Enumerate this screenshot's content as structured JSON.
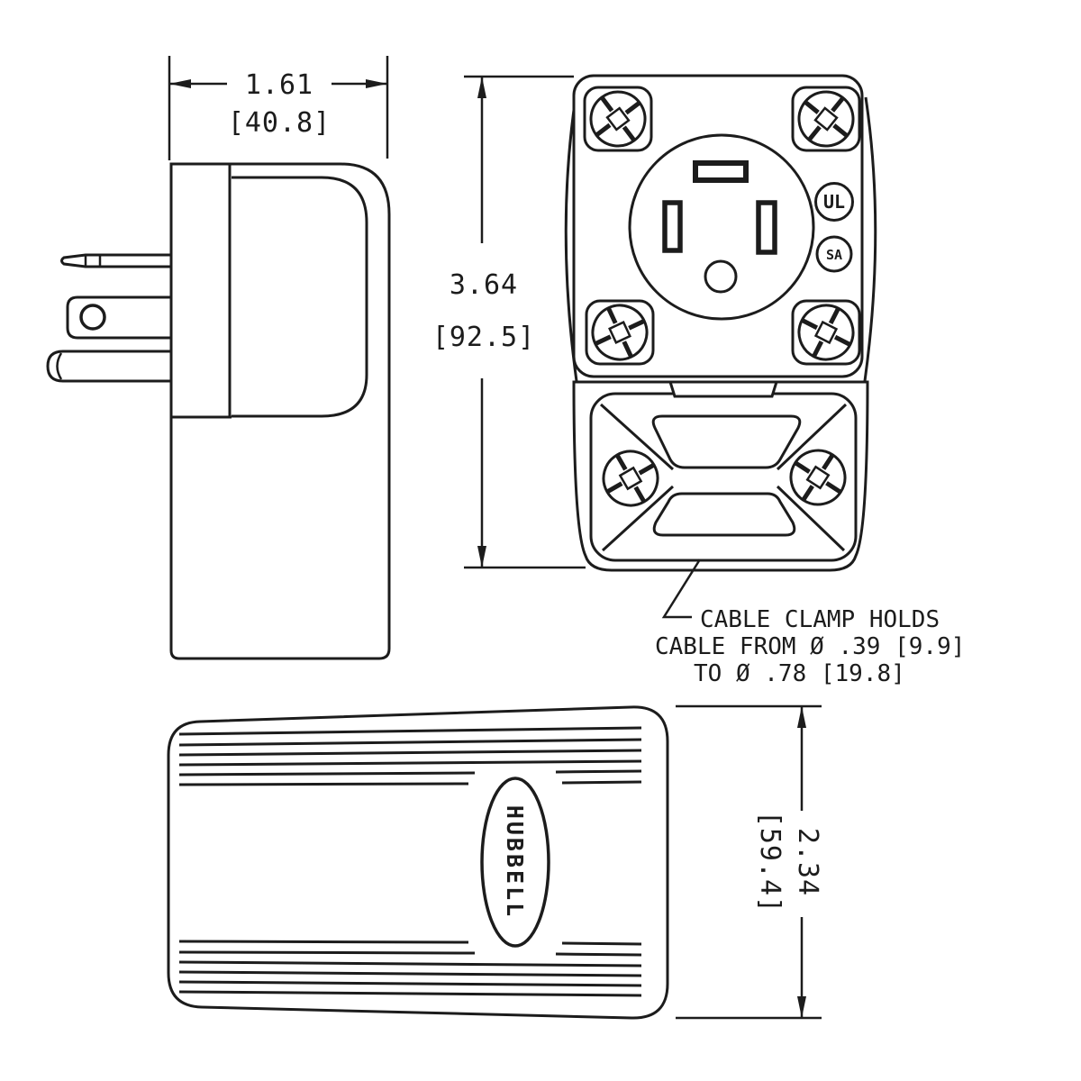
{
  "drawing": {
    "dimensions": {
      "width_in": "1.61",
      "width_mm": "[40.8]",
      "height_in": "3.64",
      "height_mm": "[92.5]",
      "depth_in": "2.34",
      "depth_mm": "[59.4]"
    },
    "note": {
      "line1": "CABLE CLAMP HOLDS",
      "line2": "CABLE FROM Ø .39 [9.9]",
      "line3": "TO Ø .78 [19.8]"
    },
    "marks": {
      "brand": "HUBBELL",
      "ul": "UL",
      "csa": "SA"
    },
    "colors": {
      "ink": "#1c1c1c",
      "paper": "#ffffff"
    }
  }
}
